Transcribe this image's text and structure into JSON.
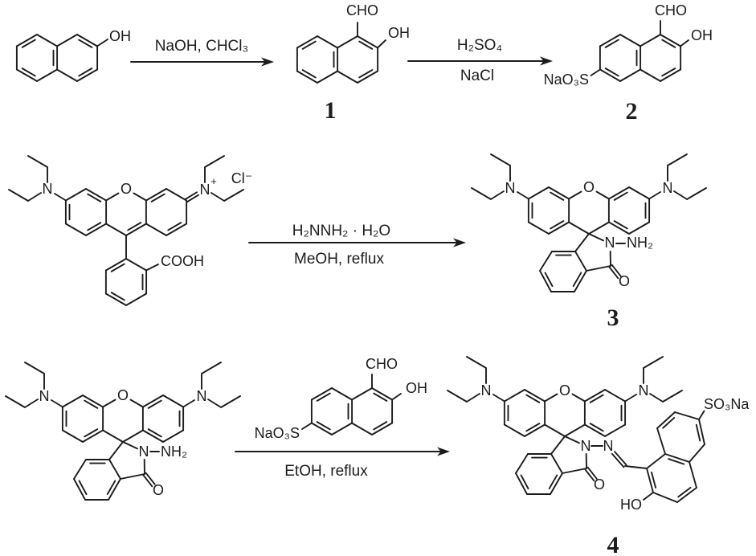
{
  "colors": {
    "ink": "#1c1c1c",
    "background": "#ffffff"
  },
  "labels": {
    "oh": "OH",
    "ho": "HO",
    "cho": "CHO",
    "o": "O",
    "n": "N",
    "plus": "+",
    "cl_counterion": "Cl⁻",
    "cooh": "COOH",
    "nh2": "NH₂",
    "na_sulfonate": "NaO₃S",
    "sulfonate_na": "SO₃Na"
  },
  "reactions": {
    "step1": {
      "above": "NaOH,  CHCl₃"
    },
    "step2": {
      "above": "H₂SO₄",
      "below": "NaCl"
    },
    "step3": {
      "above": "H₂NNH₂ · H₂O",
      "below": "MeOH, reflux"
    },
    "step4": {
      "below": "EtOH, reflux"
    }
  },
  "compounds": {
    "c1": "1",
    "c2": "2",
    "c3": "3",
    "c4": "4"
  }
}
